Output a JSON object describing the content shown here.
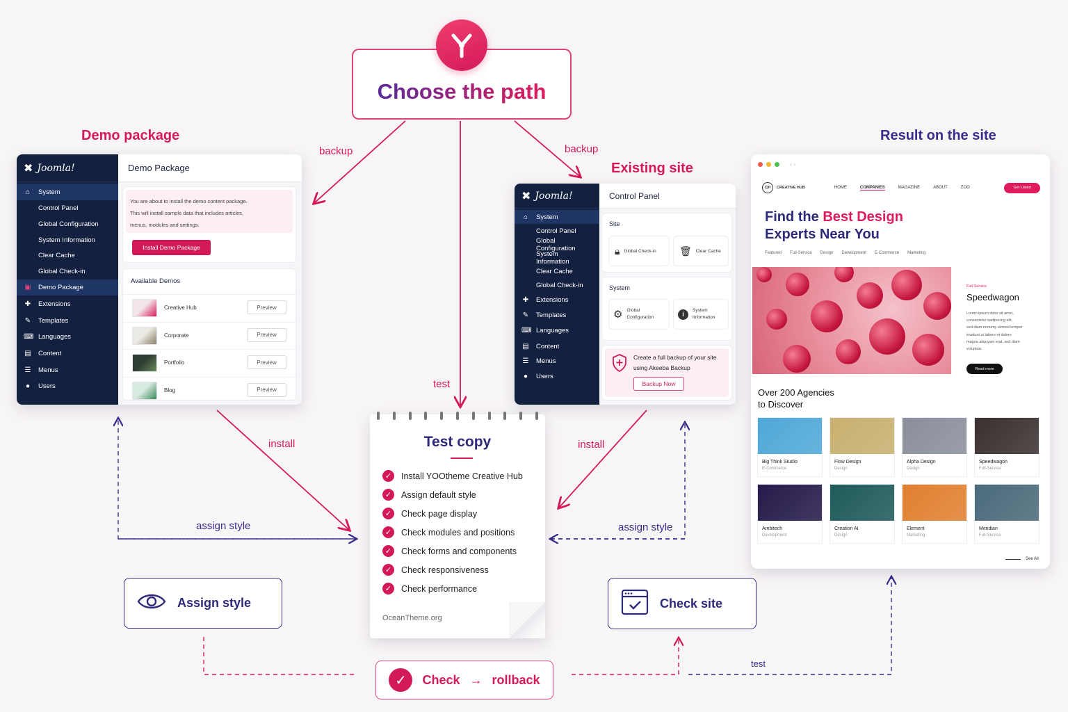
{
  "colors": {
    "pink": "#d4195a",
    "purple": "#3b2a8a",
    "navy": "#132040",
    "background": "#f8f5f7"
  },
  "choose": {
    "title": "Choose the path",
    "icon": "split-arrows-icon"
  },
  "headings": {
    "demo_package": "Demo package",
    "existing_site": "Existing site",
    "result": "Result on the site"
  },
  "edges": {
    "backup_left": "backup",
    "backup_right": "backup",
    "test_center": "test",
    "install_left": "install",
    "install_right": "install",
    "assign_left": "assign style",
    "assign_right": "assign style",
    "test_bottom": "test"
  },
  "demo_panel": {
    "logo": "Joomla!",
    "header": "Demo Package",
    "nav": [
      {
        "label": "System",
        "icon": "home-icon",
        "sub": false,
        "active": true
      },
      {
        "label": "Control Panel",
        "sub": true
      },
      {
        "label": "Global Configuration",
        "sub": true
      },
      {
        "label": "System Information",
        "sub": true
      },
      {
        "label": "Clear Cache",
        "sub": true
      },
      {
        "label": "Global Check-in",
        "sub": true
      },
      {
        "label": "Demo Package",
        "icon": "package-icon",
        "sub": false,
        "active": true
      },
      {
        "label": "Extensions",
        "icon": "puzzle-icon",
        "sub": false
      },
      {
        "label": "Templates",
        "icon": "brush-icon",
        "sub": false
      },
      {
        "label": "Languages",
        "icon": "language-icon",
        "sub": false
      },
      {
        "label": "Content",
        "icon": "file-icon",
        "sub": false
      },
      {
        "label": "Menus",
        "icon": "list-icon",
        "sub": false
      },
      {
        "label": "Users",
        "icon": "user-icon",
        "sub": false
      }
    ],
    "notice_lines": [
      "You are about to install the demo content package.",
      "This will install sample data that includes articles,",
      "menus, modules and settings."
    ],
    "install_button": "Install Demo Package",
    "available_title": "Available Demos",
    "demos": [
      {
        "name": "Creative Hub",
        "button": "Preview"
      },
      {
        "name": "Corporate",
        "button": "Preview"
      },
      {
        "name": "Portfolio",
        "button": "Preview"
      },
      {
        "name": "Blog",
        "button": "Preview"
      }
    ]
  },
  "existing_panel": {
    "logo": "Joomla!",
    "header": "Control Panel",
    "nav": [
      {
        "label": "System",
        "icon": "home-icon",
        "sub": false,
        "active": true
      },
      {
        "label": "Control Panel",
        "sub": true
      },
      {
        "label": "Global Configuration",
        "sub": true
      },
      {
        "label": "System Information",
        "sub": true
      },
      {
        "label": "Clear Cache",
        "sub": true
      },
      {
        "label": "Global Check-in",
        "sub": true
      },
      {
        "label": "Extensions",
        "icon": "puzzle-icon",
        "sub": false
      },
      {
        "label": "Templates",
        "icon": "brush-icon",
        "sub": false
      },
      {
        "label": "Languages",
        "icon": "language-icon",
        "sub": false
      },
      {
        "label": "Content",
        "icon": "file-icon",
        "sub": false
      },
      {
        "label": "Menus",
        "icon": "list-icon",
        "sub": false
      },
      {
        "label": "Users",
        "icon": "user-icon",
        "sub": false
      }
    ],
    "site_title": "Site",
    "site_tiles": [
      {
        "label": "Global Check-in",
        "icon": "lock-icon"
      },
      {
        "label": "Clear Cache",
        "icon": "trash-icon"
      }
    ],
    "system_title": "System",
    "system_tiles": [
      {
        "label1": "Global",
        "label2": "Configuration",
        "icon": "gear-icon"
      },
      {
        "label1": "System",
        "label2": "Information",
        "icon": "info-icon"
      }
    ],
    "backup_lines": [
      "Create a full backup of your site",
      "using Akeeba Backup"
    ],
    "backup_button": "Backup Now"
  },
  "test_copy": {
    "title": "Test copy",
    "items": [
      "Install YOOtheme Creative Hub",
      "Assign default style",
      "Check page display",
      "Check modules and positions",
      "Check forms and components",
      "Check responsiveness",
      "Check performance"
    ],
    "footer": "OceanTheme.org"
  },
  "assign_box": {
    "label": "Assign style",
    "icon": "eye-icon"
  },
  "check_site_box": {
    "label": "Check site",
    "icon": "browser-check-icon"
  },
  "check_box": {
    "check": "Check",
    "arrow": "→",
    "rollback": "rollback",
    "icon": "check-circle-icon"
  },
  "site": {
    "logo_mark": "C|H",
    "logo_text": "CREATIVE HUB",
    "nav": [
      "HOME",
      "COMPANIES",
      "MAGAZINE",
      "ABOUT",
      "ZOO"
    ],
    "cta": "Get Listed",
    "hero_line1_a": "Find the ",
    "hero_line1_b": "Best Design",
    "hero_line2": "Experts Near You",
    "tags": [
      "Featured",
      "Full-Service",
      "Design",
      "Development",
      "E-Commerce",
      "Marketing"
    ],
    "feature_tag": "Full-Service",
    "feature_title": "Speedwagon",
    "feature_text": [
      "Lorem ipsum dolor sit amet,",
      "consectetur sadipscing elit,",
      "sed diam nonumy eirmod tempor",
      "invidunt ut labore et dolore",
      "magna aliquyam erat, sed diam",
      "voluptua."
    ],
    "read_more": "Read more",
    "agencies_line1": "Over 200 Agencies",
    "agencies_line2": "to Discover",
    "agencies": [
      {
        "name": "Big Think Studio",
        "cat": "E-Commerce",
        "color": "#4fa8d8"
      },
      {
        "name": "Flow Design",
        "cat": "Design",
        "color": "#c8b070"
      },
      {
        "name": "Alpha Design",
        "cat": "Design",
        "color": "#8a8f9a"
      },
      {
        "name": "Speedwagon",
        "cat": "Full-Service",
        "color": "#3a3030"
      },
      {
        "name": "Ambitech",
        "cat": "Development",
        "color": "#251a4a"
      },
      {
        "name": "Creation AI",
        "cat": "Design",
        "color": "#1f5a5a"
      },
      {
        "name": "Element",
        "cat": "Marketing",
        "color": "#e08030"
      },
      {
        "name": "Meridian",
        "cat": "Full-Service",
        "color": "#4a6a7a"
      }
    ],
    "see_all": "See All"
  }
}
